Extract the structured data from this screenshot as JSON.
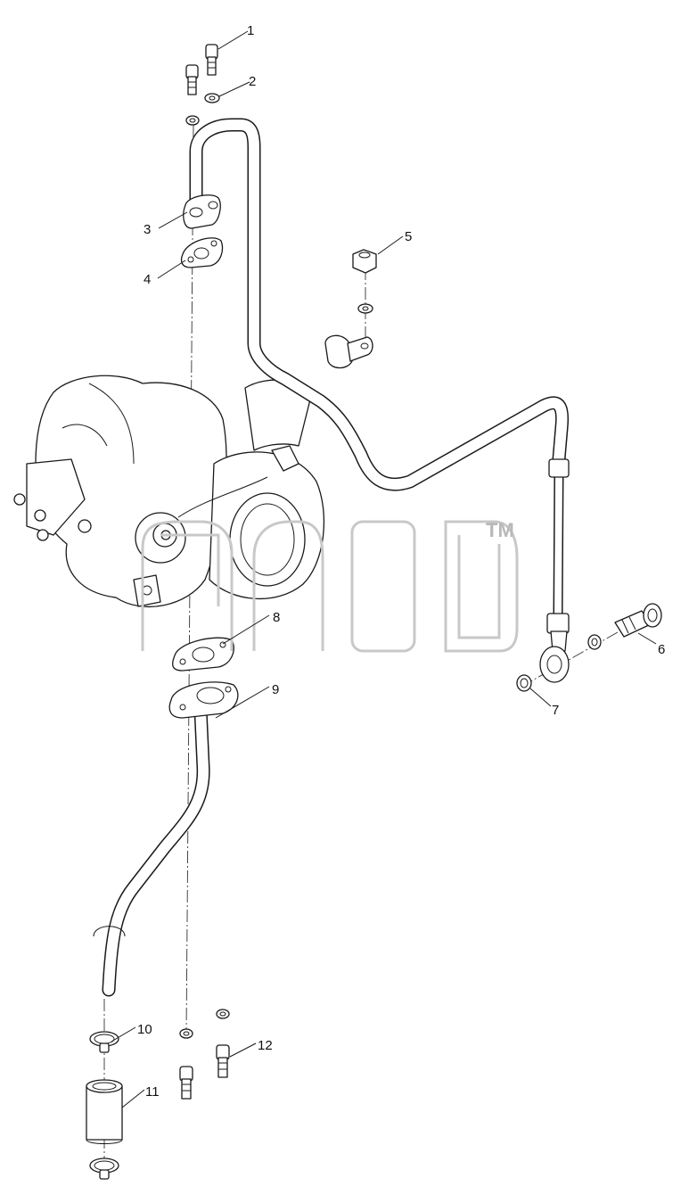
{
  "callouts": [
    {
      "id": "c1",
      "label": "1"
    },
    {
      "id": "c2",
      "label": "2"
    },
    {
      "id": "c3",
      "label": "3"
    },
    {
      "id": "c4",
      "label": "4"
    },
    {
      "id": "c5",
      "label": "5"
    },
    {
      "id": "c6",
      "label": "6"
    },
    {
      "id": "c7",
      "label": "7"
    },
    {
      "id": "c8",
      "label": "8"
    },
    {
      "id": "c9",
      "label": "9"
    },
    {
      "id": "c10",
      "label": "10"
    },
    {
      "id": "c11",
      "label": "11"
    },
    {
      "id": "c12",
      "label": "12"
    }
  ],
  "watermark": {
    "trademark": "TM"
  },
  "colors": {
    "line": "#1a1a1a",
    "watermark": "#c8c8c8",
    "background": "#ffffff"
  }
}
